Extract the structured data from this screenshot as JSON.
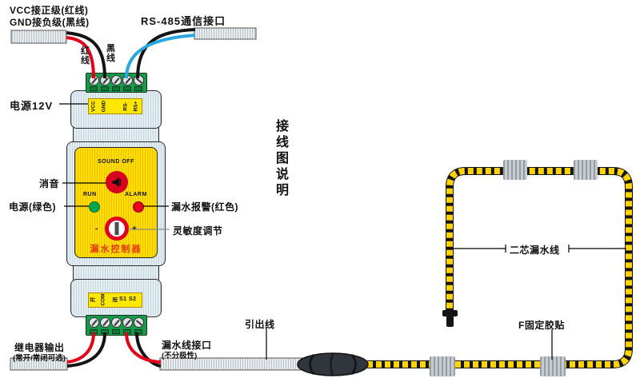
{
  "title_vertical": "接线图说明",
  "top_left": {
    "line1": "VCC接正级(红线)",
    "line2": "GND接负级(黑线)"
  },
  "top_right": {
    "label": "RS-485通信接口"
  },
  "wire_tags": {
    "red": "红线",
    "black": "黑线"
  },
  "side_labels": {
    "power": "电源12V",
    "mute": "消音",
    "power_led": "电源(绿色)",
    "alarm_led": "漏水报警(红色)",
    "sensitivity": "灵敏度调节"
  },
  "device": {
    "top_terminals": [
      "VCC",
      "GND",
      "RS-",
      "RS+"
    ],
    "relay_terminals": [
      "开",
      "COM",
      "闭"
    ],
    "sensor_terminals": "S1 S2",
    "sound_off": "SOUND OFF",
    "run": "RUN",
    "alarm": "ALARM",
    "minus": "-",
    "plus": "+",
    "name": "漏水控制器"
  },
  "bottom_labels": {
    "relay_output": "继电器输出",
    "relay_output_note": "(常开/常闭可选)",
    "leak_port": "漏水线接口",
    "leak_port_note": "(不分极性)",
    "lead_wire": "引出线"
  },
  "cable_labels": {
    "two_core": "二芯漏水线",
    "fix_sticker": "F固定胶贴"
  },
  "colors": {
    "wire_red": "#e50019",
    "wire_black": "#141414",
    "wire_blue": "#2aa7df",
    "cable_yellow": "#ffd400",
    "panel_yellow": "#ffe000",
    "terminal_green": "#189a4b",
    "led_green": "#00a651",
    "led_red": "#e50019",
    "device_name_red": "#e8380d"
  }
}
